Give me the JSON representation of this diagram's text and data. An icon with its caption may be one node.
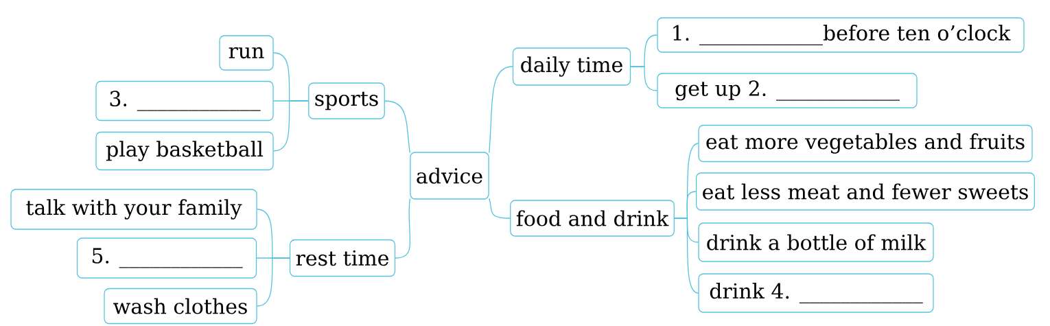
{
  "diagram": {
    "nodes": [
      {
        "text": [
          "advice"
        ]
      },
      {
        "text": [
          "sports"
        ]
      },
      {
        "text": [
          "run"
        ]
      },
      {
        "text": [
          "3. ____________"
        ]
      },
      {
        "text": [
          "play basketball"
        ]
      },
      {
        "text": [
          "rest time"
        ]
      },
      {
        "text": [
          "talk with your family"
        ]
      },
      {
        "text": [
          "5. ____________"
        ]
      },
      {
        "text": [
          "wash clothes"
        ]
      },
      {
        "text": [
          "daily time"
        ]
      },
      {
        "text": [
          "1. ____________before ten o’clock"
        ]
      },
      {
        "text": [
          "get up 2. ____________"
        ]
      },
      {
        "text": [
          "food and drink"
        ]
      },
      {
        "text": [
          "eat more vegetables and fruits"
        ]
      },
      {
        "text": [
          "eat less meat and fewer sweets"
        ]
      },
      {
        "text": [
          "drink a bottle of milk"
        ]
      },
      {
        "text": [
          "drink 4. ____________"
        ]
      }
    ],
    "edges": [
      {
        "from": 0,
        "to": 1,
        "arrow": "none"
      },
      {
        "from": 1,
        "to": 2,
        "arrow": "none"
      },
      {
        "from": 1,
        "to": 3,
        "arrow": "none"
      },
      {
        "from": 1,
        "to": 4,
        "arrow": "none"
      },
      {
        "from": 0,
        "to": 5,
        "arrow": "none"
      },
      {
        "from": 5,
        "to": 6,
        "arrow": "none"
      },
      {
        "from": 5,
        "to": 7,
        "arrow": "none"
      },
      {
        "from": 5,
        "to": 8,
        "arrow": "none"
      },
      {
        "from": 0,
        "to": 9,
        "arrow": "none"
      },
      {
        "from": 9,
        "to": 10,
        "arrow": "none"
      },
      {
        "from": 9,
        "to": 11,
        "arrow": "none"
      },
      {
        "from": 0,
        "to": 12,
        "arrow": "none"
      },
      {
        "from": 12,
        "to": 13,
        "arrow": "none"
      },
      {
        "from": 12,
        "to": 14,
        "arrow": "none"
      },
      {
        "from": 12,
        "to": 15,
        "arrow": "none"
      },
      {
        "from": 12,
        "to": 16,
        "arrow": "none"
      }
    ]
  }
}
